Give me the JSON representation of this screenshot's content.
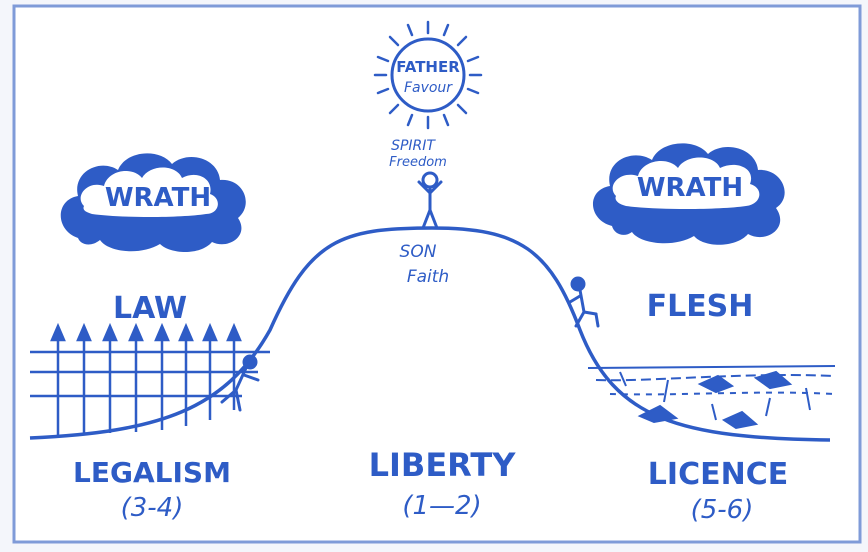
{
  "colors": {
    "ink": "#2e5cc6",
    "paper": "#ffffff",
    "frame": "#7f9bd8",
    "background": "#f4f6fb"
  },
  "sun": {
    "line1": "FATHER",
    "line2": "Favour"
  },
  "summit": {
    "line1": "SPIRIT",
    "line2": "Freedom"
  },
  "hill": {
    "line1": "SON",
    "line2": "Faith"
  },
  "clouds": {
    "left": "WRATH",
    "right": "WRATH"
  },
  "regions": {
    "law": "LAW",
    "flesh": "FLESH",
    "legalism": {
      "name": "LEGALISM",
      "range": "(3-4)"
    },
    "liberty": {
      "name": "LIBERTY",
      "range": "(1—2)"
    },
    "licence": {
      "name": "LICENCE",
      "range": "(5-6)"
    }
  }
}
